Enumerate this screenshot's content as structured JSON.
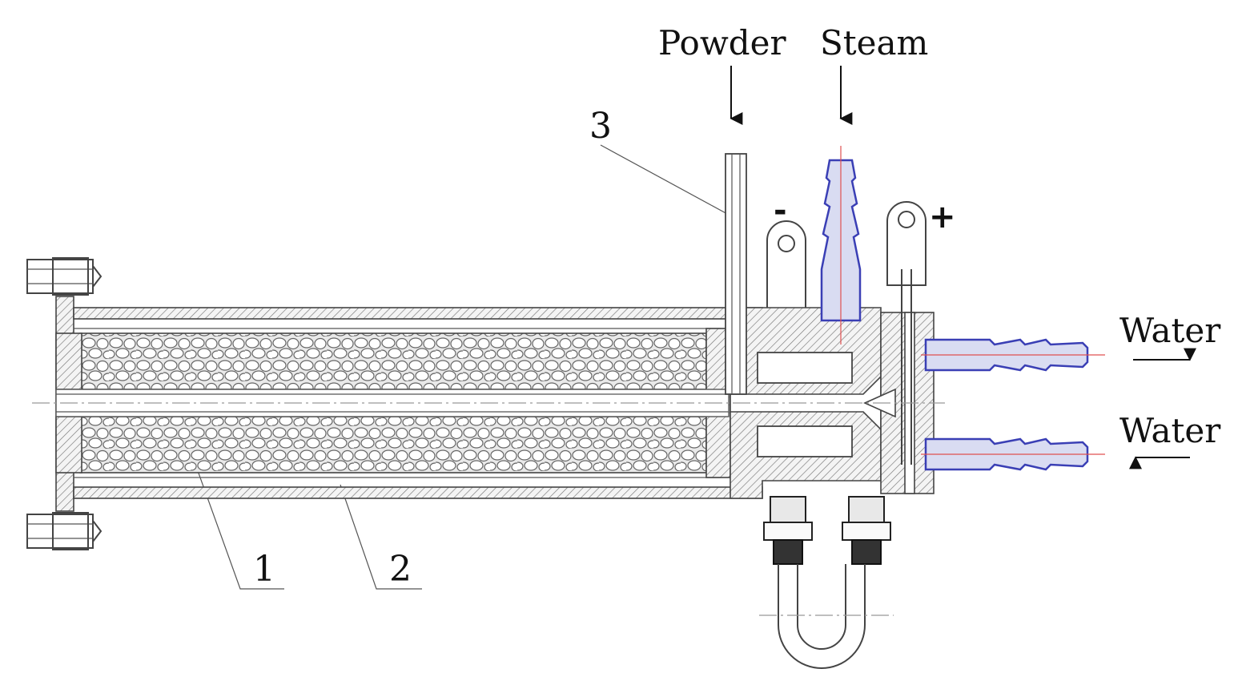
{
  "labels": {
    "powder": "Powder",
    "steam": "Steam",
    "water_out": "Water",
    "water_in": "Water",
    "part_1": "1",
    "part_2": "2",
    "part_3": "3",
    "minus": "-",
    "plus": "+"
  }
}
